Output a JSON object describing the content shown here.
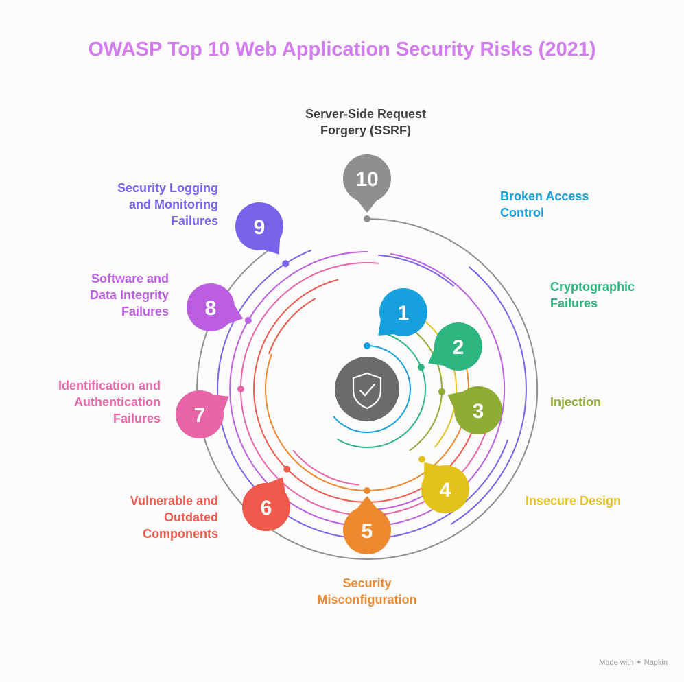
{
  "title": "OWASP Top 10 Web Application Security Risks (2021)",
  "center_icon": "shield-check-icon",
  "items": [
    {
      "num": "1",
      "label": "Broken Access Control",
      "color": "#17a0de"
    },
    {
      "num": "2",
      "label": "Cryptographic Failures",
      "color": "#2db57f"
    },
    {
      "num": "3",
      "label": "Injection",
      "color": "#8fac34"
    },
    {
      "num": "4",
      "label": "Insecure Design",
      "color": "#e3c31b"
    },
    {
      "num": "5",
      "label": "Security Misconfiguration",
      "color": "#ed8a2f"
    },
    {
      "num": "6",
      "label": "Vulnerable and Outdated Components",
      "color": "#ef5a4c"
    },
    {
      "num": "7",
      "label": "Identification and Authentication Failures",
      "color": "#e865a8"
    },
    {
      "num": "8",
      "label": "Software and Data Integrity Failures",
      "color": "#bb5fe0"
    },
    {
      "num": "9",
      "label": "Security Logging and Monitoring Failures",
      "color": "#7a63ea"
    },
    {
      "num": "10",
      "label": "Server-Side Request Forgery (SSRF)",
      "color": "#8f8f92"
    }
  ],
  "footer": "Made with ✦ Napkin"
}
